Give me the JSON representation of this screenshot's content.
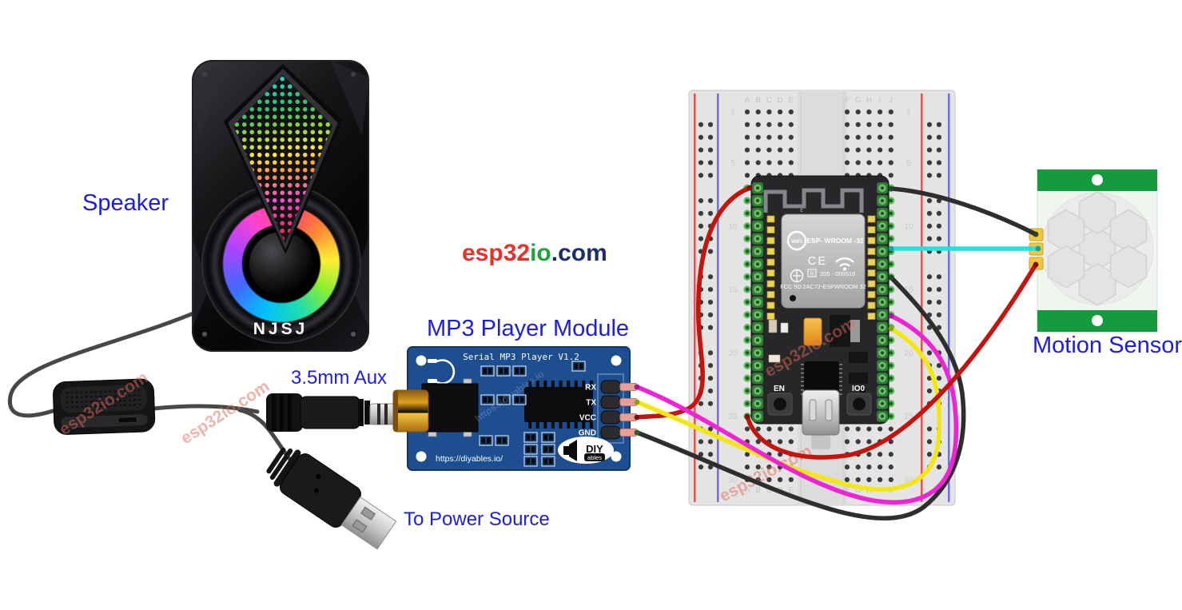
{
  "labels": {
    "speaker": "Speaker",
    "mp3_module": "MP3 Player Module",
    "aux": "3.5mm Aux",
    "power": "To Power Source",
    "motion_sensor": "Motion Sensor"
  },
  "logo": {
    "part1": "esp32",
    "part2": "io",
    "part3": ".com"
  },
  "colors": {
    "logo_red": "#e5332a",
    "logo_green": "#1fa23c",
    "logo_navy": "#1c2e6e",
    "label_blue": "#1d1ddf",
    "pcb_blue": "#1d4e90",
    "breadboard_gray": "#e4e4e4",
    "sensor_green": "#159a3e"
  },
  "speaker": {
    "brand": "NJSJ"
  },
  "mp3_board": {
    "title": "Serial MP3 Player V1.2",
    "url": "https://diyables.io/",
    "pins": [
      "RX",
      "TX",
      "VCC",
      "GND"
    ],
    "logo_main": "DIY",
    "logo_sub": "ables"
  },
  "esp32": {
    "wifi_logo": "WiFi",
    "model": "ESP- WROOM -32",
    "ce_mark": "CE",
    "reg_prefix": "R",
    "reg_number": "205 - 000519",
    "fcc_line": "FCC 9D:2AC72-ESPWROOM 32",
    "btn_en": "EN",
    "btn_io0": "IO0",
    "top_mark": "c"
  },
  "breadboard": {
    "column_letters_left": [
      "A",
      "B",
      "C",
      "D",
      "E"
    ],
    "column_letters_right": [
      "F",
      "G",
      "H",
      "I",
      "J"
    ],
    "row_numbers": [
      1,
      5,
      10,
      15,
      20,
      25,
      30
    ],
    "rows": 30
  },
  "watermark": "esp32io.com",
  "watermark_url": "https://diyables.io",
  "wire_colors": {
    "rx": "#ee25d4",
    "tx": "#f2e713",
    "vcc": "#c3150f",
    "gnd": "#2e2e30",
    "out": "#27e0dc"
  }
}
